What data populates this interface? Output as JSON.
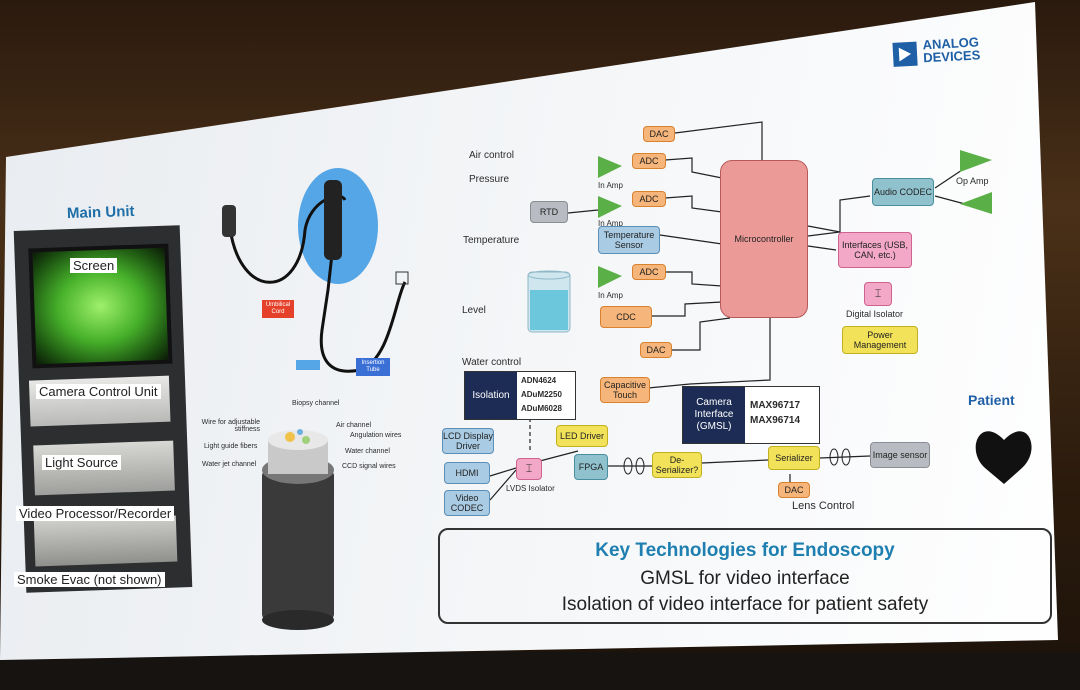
{
  "slide": {
    "title": "Structure of an Endoscope (Gastroscope)",
    "brand": {
      "line1": "ANALOG",
      "line2": "DEVICES"
    }
  },
  "left_panel": {
    "heading": "Main Unit",
    "items": [
      "Screen",
      "Camera Control Unit",
      "Light Source",
      "Video Processor/Recorder",
      "Smoke Evac (not shown)"
    ]
  },
  "scope_labels": {
    "umbilical": "Umbilical Cord",
    "insertion": "Insertion Tube"
  },
  "cross_section": {
    "labels": [
      "Biopsy channel",
      "Wire for adjustable stiffness",
      "Air channel",
      "Angulation wires",
      "Light guide fibers",
      "Water channel",
      "Water jet channel",
      "CCD signal wires"
    ]
  },
  "block_diagram": {
    "sensors": [
      "Air control",
      "Pressure",
      "Temperature",
      "Level",
      "Water control"
    ],
    "dac_top": "DAC",
    "adc": "ADC",
    "in_amp": "In Amp",
    "rtd": "RTD",
    "temp_sensor": "Temperature Sensor",
    "cdc": "CDC",
    "dac_mid": "DAC",
    "capacitive": "Capacitive Touch",
    "microcontroller": "Microcontroller",
    "audio_codec": "Audio CODEC",
    "op_amp": "Op Amp",
    "interfaces": "Interfaces (USB, CAN, etc.)",
    "digital_isolator": "Digital Isolator",
    "power_mgmt": "Power Management",
    "isolation": "Isolation",
    "isolation_parts": [
      "ADN4624",
      "ADuM2250",
      "ADuM6028"
    ],
    "camera_interface": "Camera Interface (GMSL)",
    "camera_parts": [
      "MAX96717",
      "MAX96714"
    ],
    "lcd_driver": "LCD Display Driver",
    "led_driver": "LED Driver",
    "hdmi": "HDMI",
    "video_codec": "Video CODEC",
    "lvds_isolator": "LVDS Isolator",
    "fpga": "FPGA",
    "deserializer": "De-Serializer?",
    "serializer": "Serializer",
    "image_sensor": "Image sensor",
    "dac_lens": "DAC",
    "lens_control": "Lens Control",
    "patient": "Patient"
  },
  "key_tech": {
    "heading": "Key Technologies for Endoscopy",
    "lines": [
      "GMSL for video interface",
      "Isolation of video interface for patient safety"
    ]
  },
  "colors": {
    "accent_blue": "#1e6fa8",
    "heading_teal": "#1e7fb0",
    "navy": "#1c2c55"
  }
}
